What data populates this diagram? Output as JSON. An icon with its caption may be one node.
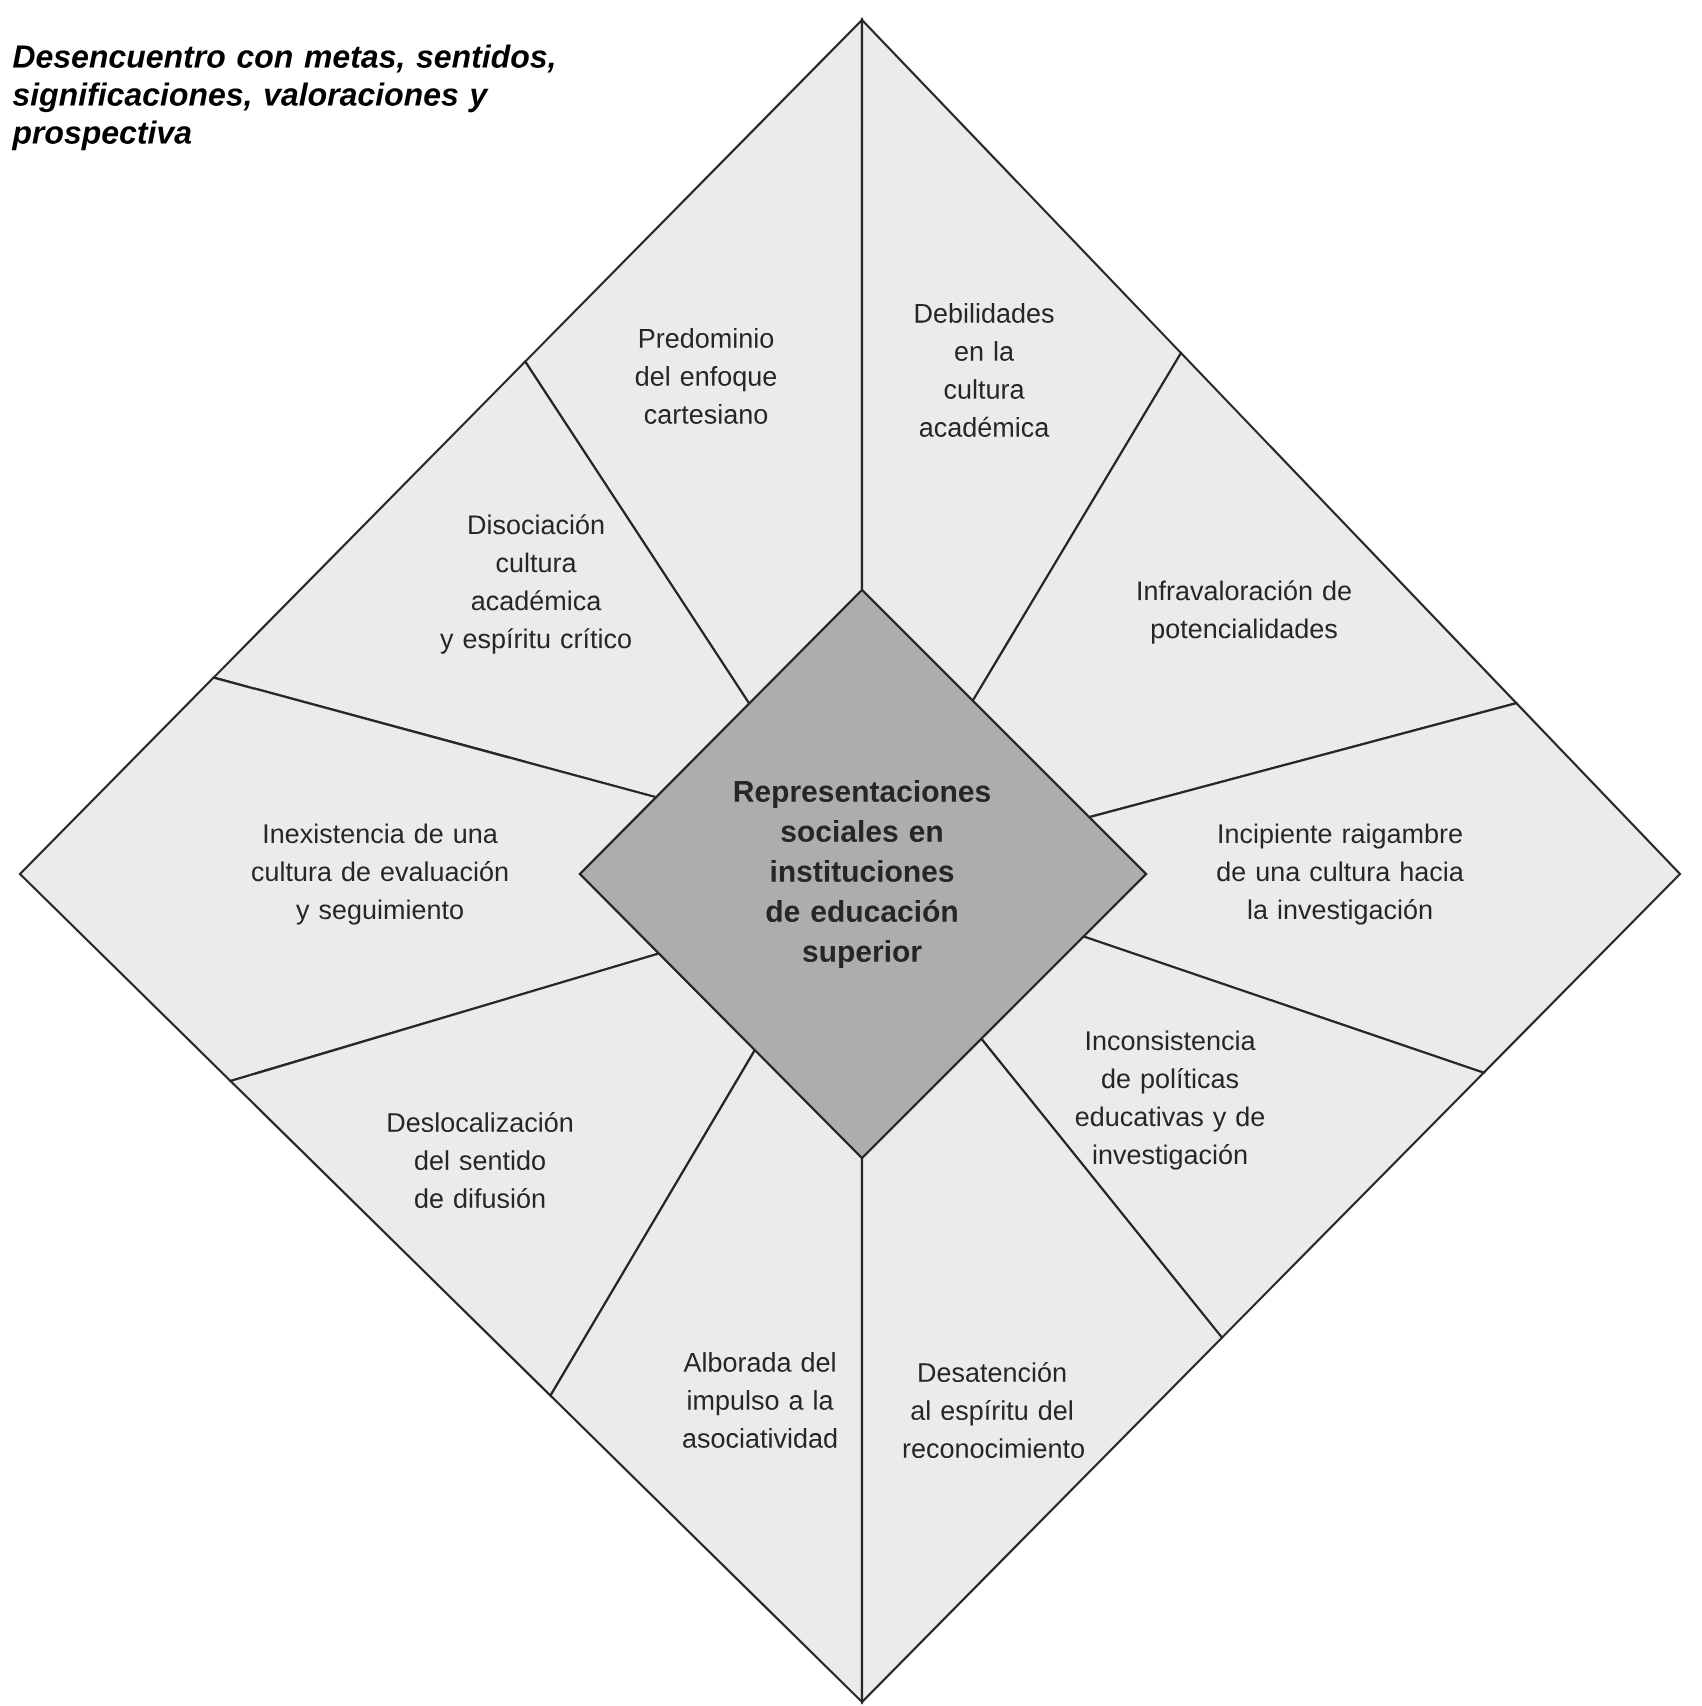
{
  "diagram": {
    "title": "Desencuentro con metas, sentidos, significaciones, valoraciones y prospectiva",
    "nodes": [
      {
        "text": [
          "Representaciones sociales en instituciones de educación superior"
        ]
      },
      {
        "text": [
          "Predominio del enfoque cartesiano"
        ]
      },
      {
        "text": [
          "Debilidades en la cultura académica"
        ]
      },
      {
        "text": [
          "Disociación cultura académica y espíritu crítico"
        ]
      },
      {
        "text": [
          "Infravaloración de potencialidades"
        ]
      },
      {
        "text": [
          "Inexistencia de una cultura de evaluación y seguimiento"
        ]
      },
      {
        "text": [
          "Incipiente raigambre de una cultura hacia la investigación"
        ]
      },
      {
        "text": [
          "Deslocalización del sentido de difusión"
        ]
      },
      {
        "text": [
          "Inconsistencia de políticas educativas y de investigación"
        ]
      },
      {
        "text": [
          "Alborada del impulso a la asociatividad"
        ]
      },
      {
        "text": [
          "Desatención al espíritu del reconocimiento"
        ]
      }
    ],
    "edges": []
  }
}
